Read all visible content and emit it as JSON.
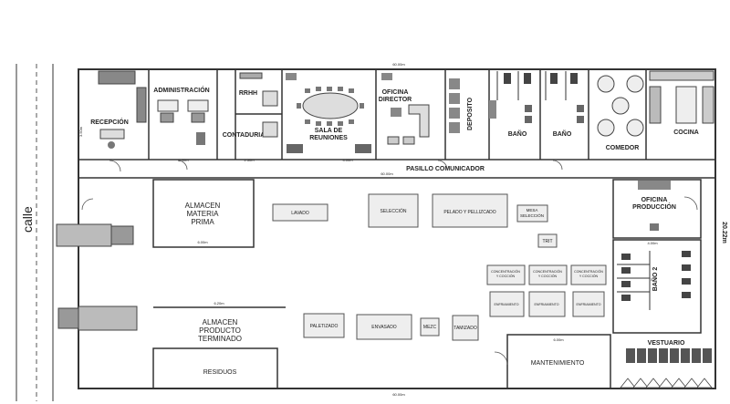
{
  "street": {
    "label": "calle"
  },
  "dims": {
    "total_width_top": "60.00m",
    "total_width_bottom": "60.00m",
    "total_height_right": "20.22m",
    "corridor_width": "60.00m",
    "mtto_width": "6.00m",
    "bano2_width": "4.00m",
    "almacen_pt_width": "6.20m",
    "almacen_mp_width": "6.00m",
    "misc": [
      "2.30m",
      "2.50m",
      "4.00m",
      "3.40m",
      "2.50m",
      "3.30m",
      "1.80m",
      "3.00m",
      "2.50m"
    ]
  },
  "rooms": {
    "recepcion": "RECEPCIÓN",
    "administracion": "ADMINISTRACIÓN",
    "rrhh": "RRHH",
    "contaduria": "CONTADURIA",
    "sala": [
      "SALA DE",
      "REUNIONES"
    ],
    "oficina_director": [
      "OFICINA",
      "DIRECTOR"
    ],
    "deposito": "DEPOSITO",
    "bano_a": "BAÑO",
    "bano_b": "BAÑO",
    "comedor": "COMEDOR",
    "cocina": "COCINA",
    "pasillo": "PASILLO COMUNICADOR",
    "almacen_mp": [
      "ALMACEN",
      "MATERIA",
      "PRIMA"
    ],
    "oficina_produccion": [
      "OFICINA",
      "PRODUCCIÓN"
    ],
    "bano_2": "BAÑO 2",
    "vestuario": "VESTUARIO",
    "almacen_pt": [
      "ALMACEN",
      "PRODUCTO",
      "TERMINADO"
    ],
    "residuos": "RESIDUOS",
    "mantenimiento": "MANTENIMIENTO"
  },
  "stations": {
    "lavado": "LAVADO",
    "seleccion": "SELECCIÓN",
    "pelado": "PELADO Y PELLIZCADO",
    "mesa_seleccion": [
      "MESA",
      "SELECCIÓN"
    ],
    "trit": "TRIT",
    "concentracion": [
      "CONCENTRACIÓN",
      "Y COCCIÓN"
    ],
    "enfriamiento": "ENFRIAMIENTO",
    "paletizado": "PALETIZADO",
    "envasado": "ENVASADO",
    "mezc": "MEZC",
    "tamizado": "TAMIZADO"
  }
}
